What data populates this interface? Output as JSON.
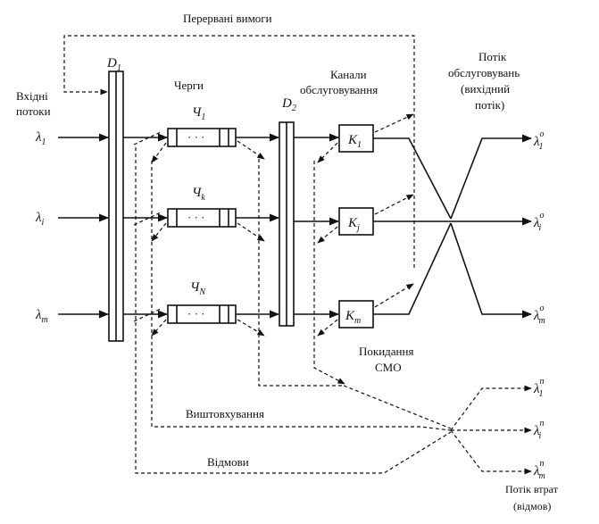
{
  "labels": {
    "rejected_requests": "Перервані вимоги",
    "input_flows_1": "Вхідні",
    "input_flows_2": "потоки",
    "queues": "Черги",
    "channels_1": "Канали",
    "channels_2": "обслуговування",
    "service_flow_1": "Потік",
    "service_flow_2": "обслуговувань",
    "service_flow_3": "(вихідний",
    "service_flow_4": "потік)",
    "leaving_1": "Покидання",
    "leaving_2": "СМО",
    "pushing_out": "Виштовхування",
    "refusals": "Відмови",
    "loss_flow_1": "Потік втрат",
    "loss_flow_2": "(відмов)"
  },
  "distributors": [
    {
      "name": "D",
      "sub": "1"
    },
    {
      "name": "D",
      "sub": "2"
    }
  ],
  "queue_items": [
    {
      "name": "Ч",
      "sub": "1",
      "dots": "· · ·"
    },
    {
      "name": "Ч",
      "sub": "k",
      "dots": "· · ·"
    },
    {
      "name": "Ч",
      "sub": "N",
      "dots": "· · ·"
    }
  ],
  "channel_items": [
    {
      "name": "K",
      "sub": "1"
    },
    {
      "name": "K",
      "sub": "j"
    },
    {
      "name": "K",
      "sub": "m"
    }
  ],
  "inputs": [
    {
      "sym": "λ",
      "sub": "1"
    },
    {
      "sym": "λ",
      "sub": "i"
    },
    {
      "sym": "λ",
      "sub": "m"
    }
  ],
  "outputs_service": [
    {
      "sym": "λ",
      "sup": "o",
      "sub": "1"
    },
    {
      "sym": "λ",
      "sup": "o",
      "sub": "i"
    },
    {
      "sym": "λ",
      "sup": "o",
      "sub": "m"
    }
  ],
  "outputs_loss": [
    {
      "sym": "λ",
      "sup": "п",
      "sub": "1"
    },
    {
      "sym": "λ",
      "sup": "п",
      "sub": "i"
    },
    {
      "sym": "λ",
      "sup": "п",
      "sub": "m"
    }
  ]
}
